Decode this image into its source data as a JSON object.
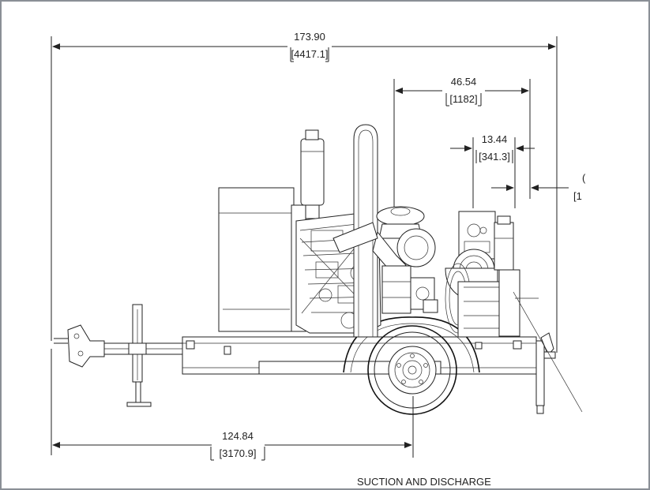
{
  "dimensions": {
    "overall_length": {
      "in": "173.90",
      "mm": "[4417.1]"
    },
    "pump_length": {
      "in": "46.54",
      "mm": "[1182]"
    },
    "pump_body": {
      "in": "13.44",
      "mm": "[341.3]"
    },
    "axle_position": {
      "in": "124.84",
      "mm": "[3170.9]"
    },
    "partial_right": {
      "in": "(",
      "mm": "[1"
    }
  },
  "bottom_caption": "SUCTION AND DISCHARGE"
}
